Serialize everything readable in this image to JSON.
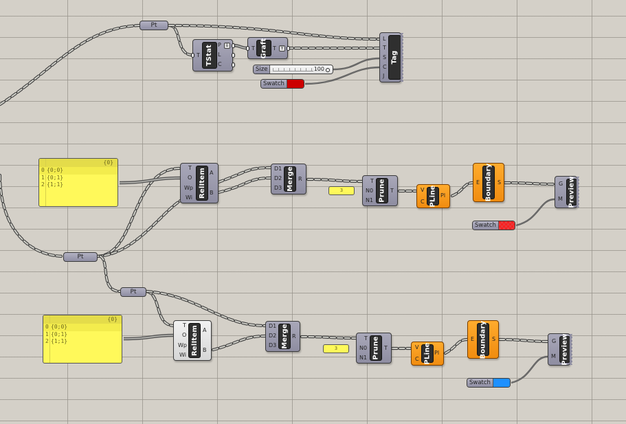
{
  "canvas": {
    "name": "Grasshopper definition canvas"
  },
  "top_group": {
    "pt": {
      "label": "Pt"
    },
    "tstat": {
      "name": "TStat",
      "inputs": [
        "T"
      ],
      "outputs": [
        "P",
        "L",
        "C"
      ],
      "flag_icon": "flatten-icon"
    },
    "graft": {
      "name": "Graft",
      "inputs": [
        "T"
      ],
      "outputs": [
        "T"
      ],
      "flag_icon": "graft-icon"
    },
    "size_slider": {
      "label": "Size",
      "value": "100"
    },
    "swatch": {
      "label": "Swatch",
      "color": "#cc0000"
    },
    "tag": {
      "name": "Tag",
      "inputs": [
        "L",
        "T",
        "S",
        "C",
        "J"
      ]
    }
  },
  "group_1": {
    "panel": {
      "header": "{0}",
      "rows": [
        {
          "index": "0",
          "value": "{0;0}"
        },
        {
          "index": "1",
          "value": "{0;1}"
        },
        {
          "index": "2",
          "value": "{1;1}"
        }
      ]
    },
    "pt": {
      "label": "Pt"
    },
    "relitem": {
      "name": "RelItem",
      "inputs": [
        "T",
        "O",
        "Wp",
        "Wi"
      ],
      "outputs": [
        "A",
        "B"
      ]
    },
    "merge": {
      "name": "Merge",
      "inputs": [
        "D1",
        "D2",
        "D3"
      ],
      "outputs": [
        "R"
      ]
    },
    "number": {
      "value": "3"
    },
    "prune": {
      "name": "Prune",
      "inputs": [
        "T",
        "N0",
        "N1"
      ],
      "outputs": [
        "T"
      ]
    },
    "pline": {
      "name": "PLine",
      "inputs": [
        "V",
        "C"
      ],
      "outputs": [
        "Pl"
      ]
    },
    "boundary": {
      "name": "Boundary",
      "inputs": [
        "E"
      ],
      "outputs": [
        "S"
      ]
    },
    "preview": {
      "name": "Preview",
      "inputs": [
        "G",
        "M"
      ]
    },
    "swatch": {
      "label": "Swatch",
      "color": "#ff2a2a"
    }
  },
  "group_2": {
    "panel": {
      "header": "{0}",
      "rows": [
        {
          "index": "0",
          "value": "{0;0}"
        },
        {
          "index": "1",
          "value": "{0;1}"
        },
        {
          "index": "2",
          "value": "{1;1}"
        }
      ]
    },
    "pt": {
      "label": "Pt"
    },
    "relitem": {
      "name": "RelItem",
      "inputs": [
        "T",
        "O",
        "Wp",
        "Wi"
      ],
      "outputs": [
        "A",
        "B"
      ]
    },
    "merge": {
      "name": "Merge",
      "inputs": [
        "D1",
        "D2",
        "D3"
      ],
      "outputs": [
        "R"
      ]
    },
    "number": {
      "value": "3"
    },
    "prune": {
      "name": "Prune",
      "inputs": [
        "T",
        "N0",
        "N1"
      ],
      "outputs": [
        "T"
      ]
    },
    "pline": {
      "name": "PLine",
      "inputs": [
        "V",
        "C"
      ],
      "outputs": [
        "Pl"
      ]
    },
    "boundary": {
      "name": "Boundary",
      "inputs": [
        "E"
      ],
      "outputs": [
        "S"
      ]
    },
    "preview": {
      "name": "Preview",
      "inputs": [
        "G",
        "M"
      ]
    },
    "swatch": {
      "label": "Swatch",
      "color": "#1e90ff"
    }
  }
}
